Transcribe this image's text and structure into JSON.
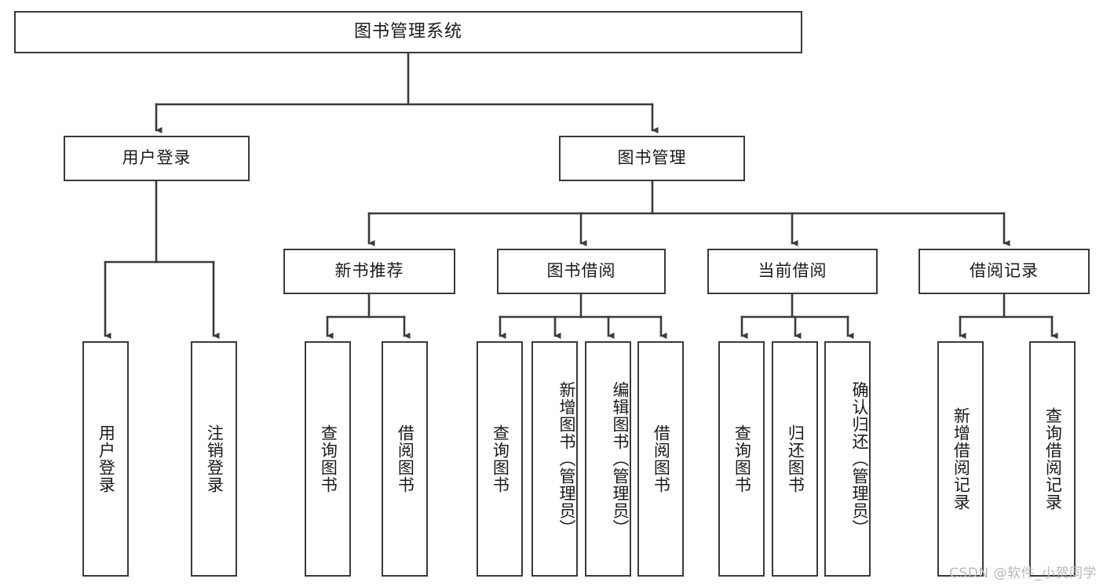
{
  "diagram": {
    "title": "图书管理系统",
    "type": "tree-hierarchy",
    "watermark": "CSDN @软件_小贺同学",
    "colors": {
      "box_border": "#3a3a3a",
      "box_fill": "#ffffff",
      "edge": "#3a3a3a",
      "text": "#1a1a1a",
      "watermark": "#b9b9b9",
      "background": "#ffffff"
    },
    "root": {
      "label": "图书管理系统"
    },
    "level2": [
      {
        "label": "用户登录"
      },
      {
        "label": "图书管理"
      }
    ],
    "level3": [
      {
        "label": "新书推荐"
      },
      {
        "label": "图书借阅"
      },
      {
        "label": "当前借阅"
      },
      {
        "label": "借阅记录"
      }
    ],
    "leaves": {
      "user_login": [
        {
          "label": "用户登录"
        },
        {
          "label": "注销登录"
        }
      ],
      "new_book_recommend": [
        {
          "label": "查询图书"
        },
        {
          "label": "借阅图书"
        }
      ],
      "book_borrow": [
        {
          "label": "查询图书"
        },
        {
          "label": "新增图书（管理员）"
        },
        {
          "label": "编辑图书（管理员）"
        },
        {
          "label": "借阅图书"
        }
      ],
      "current_borrow": [
        {
          "label": "查询图书"
        },
        {
          "label": "归还图书"
        },
        {
          "label": "确认归还（管理员）"
        }
      ],
      "borrow_record": [
        {
          "label": "新增借阅记录"
        },
        {
          "label": "查询借阅记录"
        }
      ]
    }
  }
}
